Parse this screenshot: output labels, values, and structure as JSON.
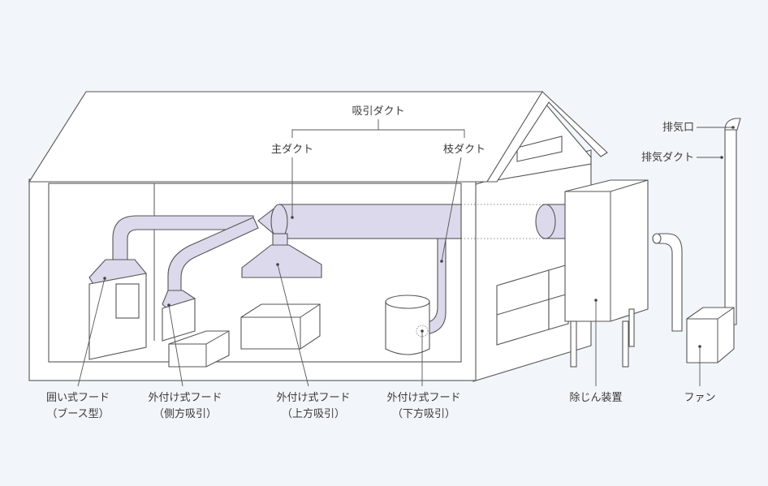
{
  "labels": {
    "suction_duct": "吸引ダクト",
    "main_duct": "主ダクト",
    "branch_duct": "枝ダクト",
    "exhaust_port": "排気口",
    "exhaust_duct": "排気ダクト",
    "enclosed_hood_1": "囲い式フード",
    "enclosed_hood_2": "（ブース型）",
    "side_hood_1": "外付け式フード",
    "side_hood_2": "（側方吸引）",
    "top_hood_1": "外付け式フード",
    "top_hood_2": "（上方吸引）",
    "bottom_hood_1": "外付け式フード",
    "bottom_hood_2": "（下方吸引）",
    "dust_collector": "除じん装置",
    "fan": "ファン"
  },
  "colors": {
    "background": "#f2f6fa",
    "duct_fill": "#dcd9ec",
    "outline": "#555555"
  }
}
